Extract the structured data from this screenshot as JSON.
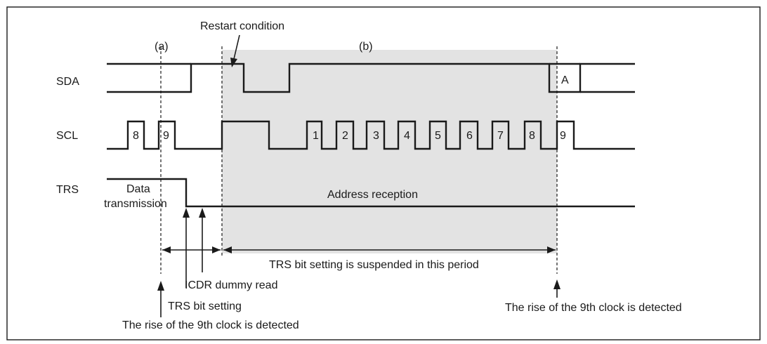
{
  "diagram": {
    "signals": {
      "sda": "SDA",
      "scl": "SCL",
      "trs": "TRS"
    },
    "region_labels": {
      "a": "(a)",
      "b": "(b)"
    },
    "restart_condition": "Restart condition",
    "ack_label": "A",
    "scl_pulses_before": [
      "8",
      "9"
    ],
    "scl_pulses_after": [
      "1",
      "2",
      "3",
      "4",
      "5",
      "6",
      "7",
      "8",
      "9"
    ],
    "trs_text": {
      "data_line1": "Data",
      "data_line2": "transmission",
      "address": "Address reception"
    },
    "period_label": "TRS bit setting is suspended in this period",
    "annotations": {
      "icdr_dummy_read": "ICDR dummy read",
      "trs_bit_setting": "TRS bit setting",
      "rise_9th_left": "The rise of the 9th clock is detected",
      "rise_9th_right": "The rise of the 9th clock is detected"
    },
    "colors": {
      "shade": "#e3e3e3",
      "line": "#1a1a1a",
      "frame": "#1a1a1a"
    }
  }
}
